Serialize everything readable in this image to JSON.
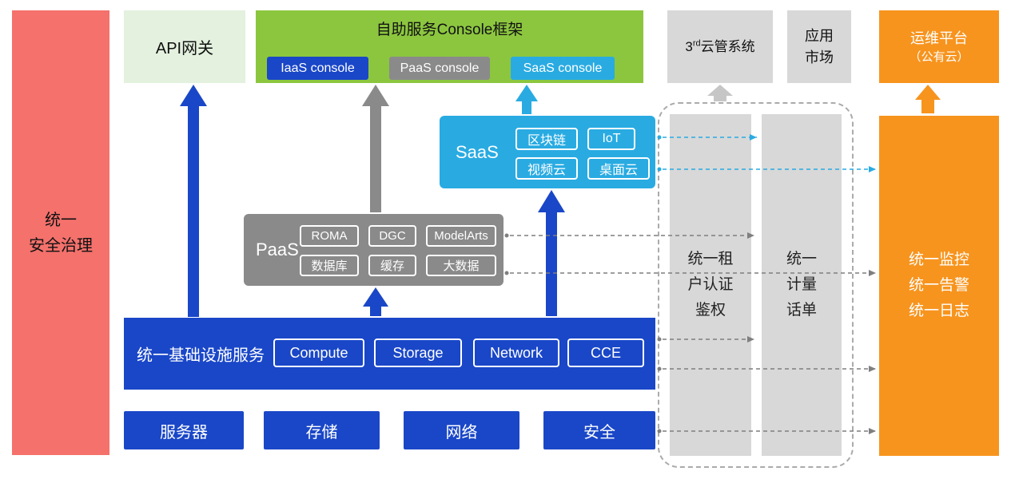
{
  "diagram": {
    "security_bar": {
      "lines": [
        "统一",
        "安全治理"
      ]
    },
    "api_gateway": {
      "label": "API网关"
    },
    "console_frame": {
      "title": "自助服务Console框架",
      "iaas_console": "IaaS console",
      "paas_console": "PaaS console",
      "saas_console": "SaaS console"
    },
    "third_cloud": {
      "base": "3",
      "sup": "rd",
      "rest": "云管系统"
    },
    "app_market": {
      "lines": [
        "应用",
        "市场"
      ]
    },
    "ops_platform": {
      "lines": [
        "运维平台",
        "（公有云）"
      ]
    },
    "saas": {
      "label": "SaaS",
      "items": [
        "区块链",
        "IoT",
        "视频云",
        "桌面云"
      ]
    },
    "paas": {
      "label": "PaaS",
      "items": [
        "ROMA",
        "DGC",
        "ModelArts",
        "数据库",
        "缓存",
        "大数据"
      ]
    },
    "infra": {
      "label": "统一基础设施服务",
      "items": [
        "Compute",
        "Storage",
        "Network",
        "CCE"
      ]
    },
    "hardware": {
      "items": [
        "服务器",
        "存储",
        "网络",
        "安全"
      ]
    },
    "auth_bar": {
      "lines": [
        "统一租",
        "户认证",
        "鉴权"
      ]
    },
    "metering_bar": {
      "lines": [
        "统一",
        "计量",
        "话单"
      ]
    },
    "monitoring_bar": {
      "lines": [
        "统一监控",
        "统一告警",
        "统一日志"
      ]
    },
    "colors": {
      "blue": "#1A47C8",
      "green": "#8CC63F",
      "light_green": "#E3F1DE",
      "cyan": "#29ABE2",
      "gray": "#8A8A8A",
      "light_gray": "#D8D8D8",
      "red": "#F4716C",
      "orange": "#F7941E"
    }
  }
}
